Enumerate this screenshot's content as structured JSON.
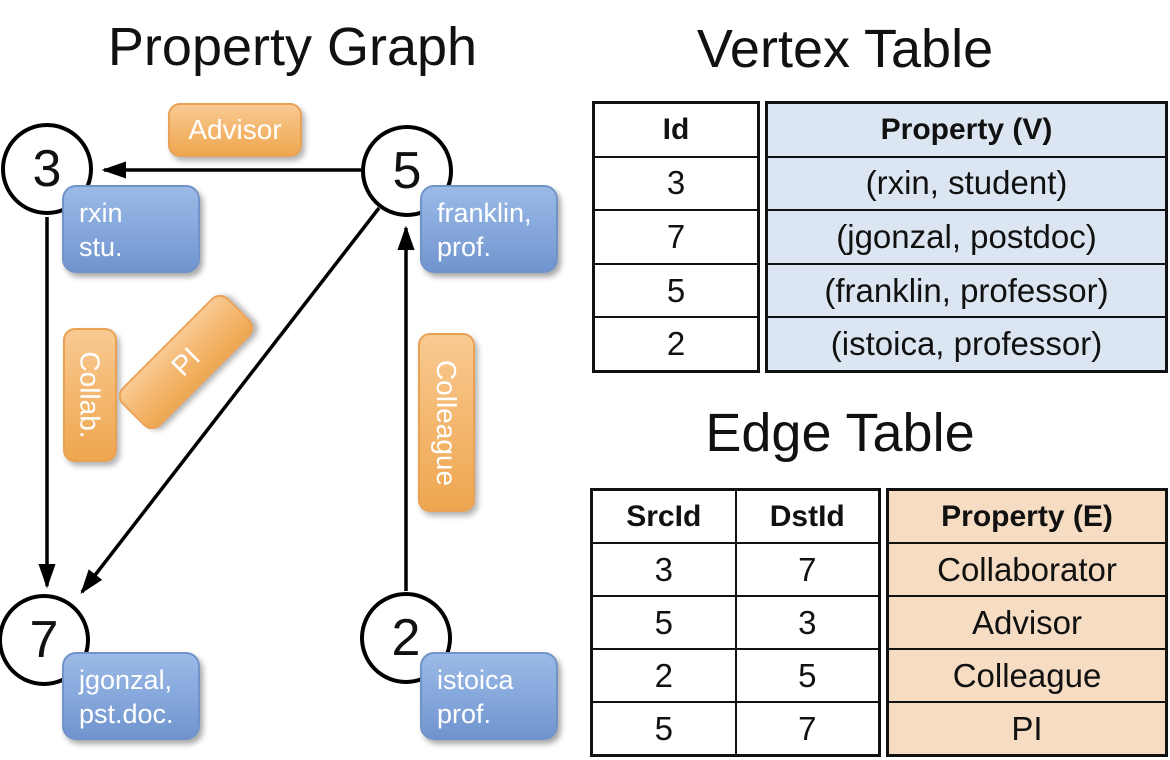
{
  "titles": {
    "graph": "Property Graph",
    "vertex_table": "Vertex Table",
    "edge_table": "Edge Table"
  },
  "graph": {
    "nodes": [
      {
        "id": "3",
        "property_lines": [
          "rxin",
          "stu."
        ]
      },
      {
        "id": "5",
        "property_lines": [
          "franklin,",
          "prof."
        ]
      },
      {
        "id": "7",
        "property_lines": [
          "jgonzal,",
          "pst.doc."
        ]
      },
      {
        "id": "2",
        "property_lines": [
          "istoica",
          "prof."
        ]
      }
    ],
    "edges": [
      {
        "src": "5",
        "dst": "3",
        "label": "Advisor"
      },
      {
        "src": "3",
        "dst": "7",
        "label": "Collab."
      },
      {
        "src": "5",
        "dst": "7",
        "label": "PI"
      },
      {
        "src": "2",
        "dst": "5",
        "label": "Colleague"
      }
    ]
  },
  "vertex_table": {
    "headers": {
      "id": "Id",
      "property": "Property (V)"
    },
    "rows": [
      [
        "3",
        "(rxin, student)"
      ],
      [
        "7",
        "(jgonzal, postdoc)"
      ],
      [
        "5",
        "(franklin, professor)"
      ],
      [
        "2",
        "(istoica, professor)"
      ]
    ]
  },
  "edge_table": {
    "headers": {
      "src": "SrcId",
      "dst": "DstId",
      "property": "Property (E)"
    },
    "rows": [
      [
        "3",
        "7",
        "Collaborator"
      ],
      [
        "5",
        "3",
        "Advisor"
      ],
      [
        "2",
        "5",
        "Colleague"
      ],
      [
        "5",
        "7",
        "PI"
      ]
    ]
  },
  "colors": {
    "edge_label_fill": "#f0ab58",
    "node_property_fill": "#7d9fd6",
    "vertex_property_cell": "#dce6f2",
    "edge_property_cell": "#f6dcc2",
    "line": "#000000"
  }
}
